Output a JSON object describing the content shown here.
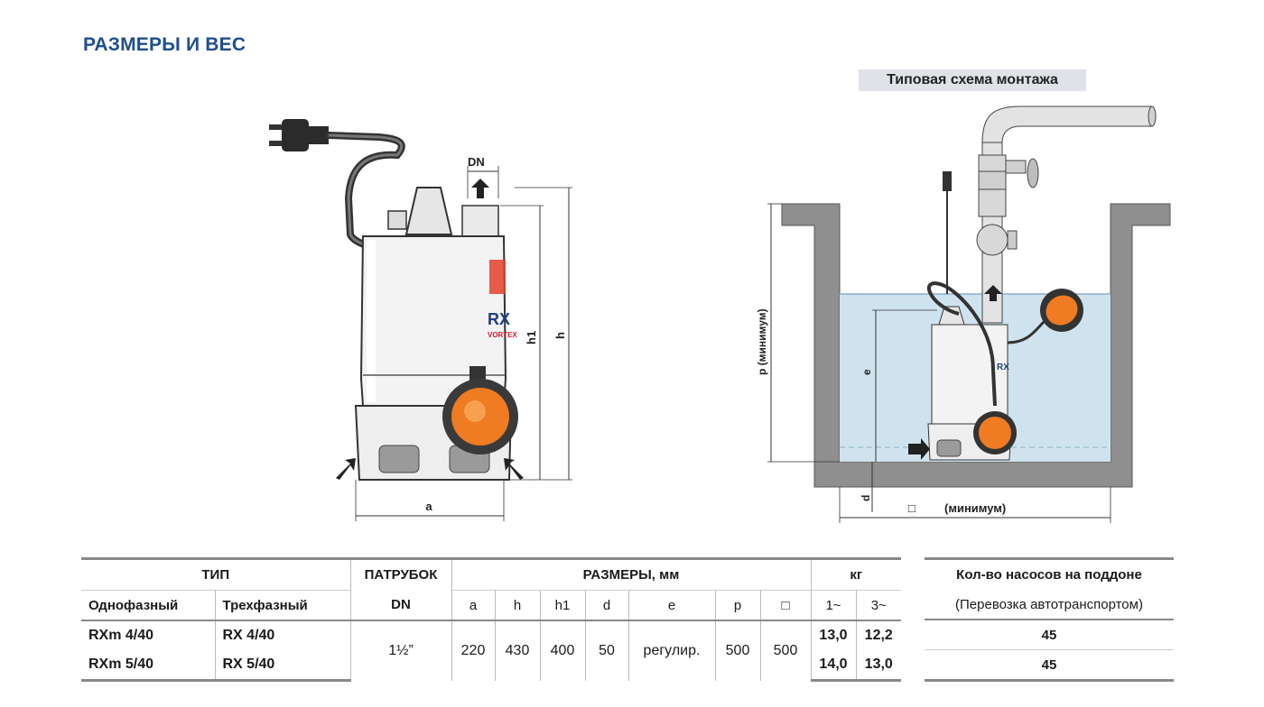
{
  "title": "РАЗМЕРЫ И ВЕС",
  "installation": {
    "label": "Типовая схема монтажа",
    "dim_p": "p (минимум)",
    "dim_e": "e",
    "dim_d": "d",
    "dim_width_symbol": "□",
    "dim_width_label": "(минимум)"
  },
  "pump_drawing": {
    "dim_dn": "DN",
    "dim_h1": "h1",
    "dim_h": "h",
    "dim_a": "a",
    "brand_text": "RX",
    "vortex_text": "VORTEX"
  },
  "table": {
    "headers": {
      "type": "ТИП",
      "outlet": "ПАТРУБОК",
      "sizes": "РАЗМЕРЫ, мм",
      "kg": "кг",
      "single_phase": "Однофазный",
      "three_phase": "Трехфазный",
      "dn": "DN",
      "a": "a",
      "h": "h",
      "h1": "h1",
      "d": "d",
      "e": "e",
      "p": "p",
      "square": "□",
      "kg1": "1~",
      "kg3": "3~"
    },
    "rows": [
      {
        "single": "RXm 4/40",
        "three": "RX 4/40",
        "kg1": "13,0",
        "kg3": "12,2"
      },
      {
        "single": "RXm 5/40",
        "three": "RX 5/40",
        "kg1": "14,0",
        "kg3": "13,0"
      }
    ],
    "shared": {
      "dn": "1½”",
      "a": "220",
      "h": "430",
      "h1": "400",
      "d": "50",
      "e": "регулир.",
      "p": "500",
      "square": "500"
    }
  },
  "pallet": {
    "header": "Кол-во насосов на поддоне",
    "subheader": "(Перевозка автотранспортом)",
    "rows": [
      "45",
      "45"
    ]
  }
}
